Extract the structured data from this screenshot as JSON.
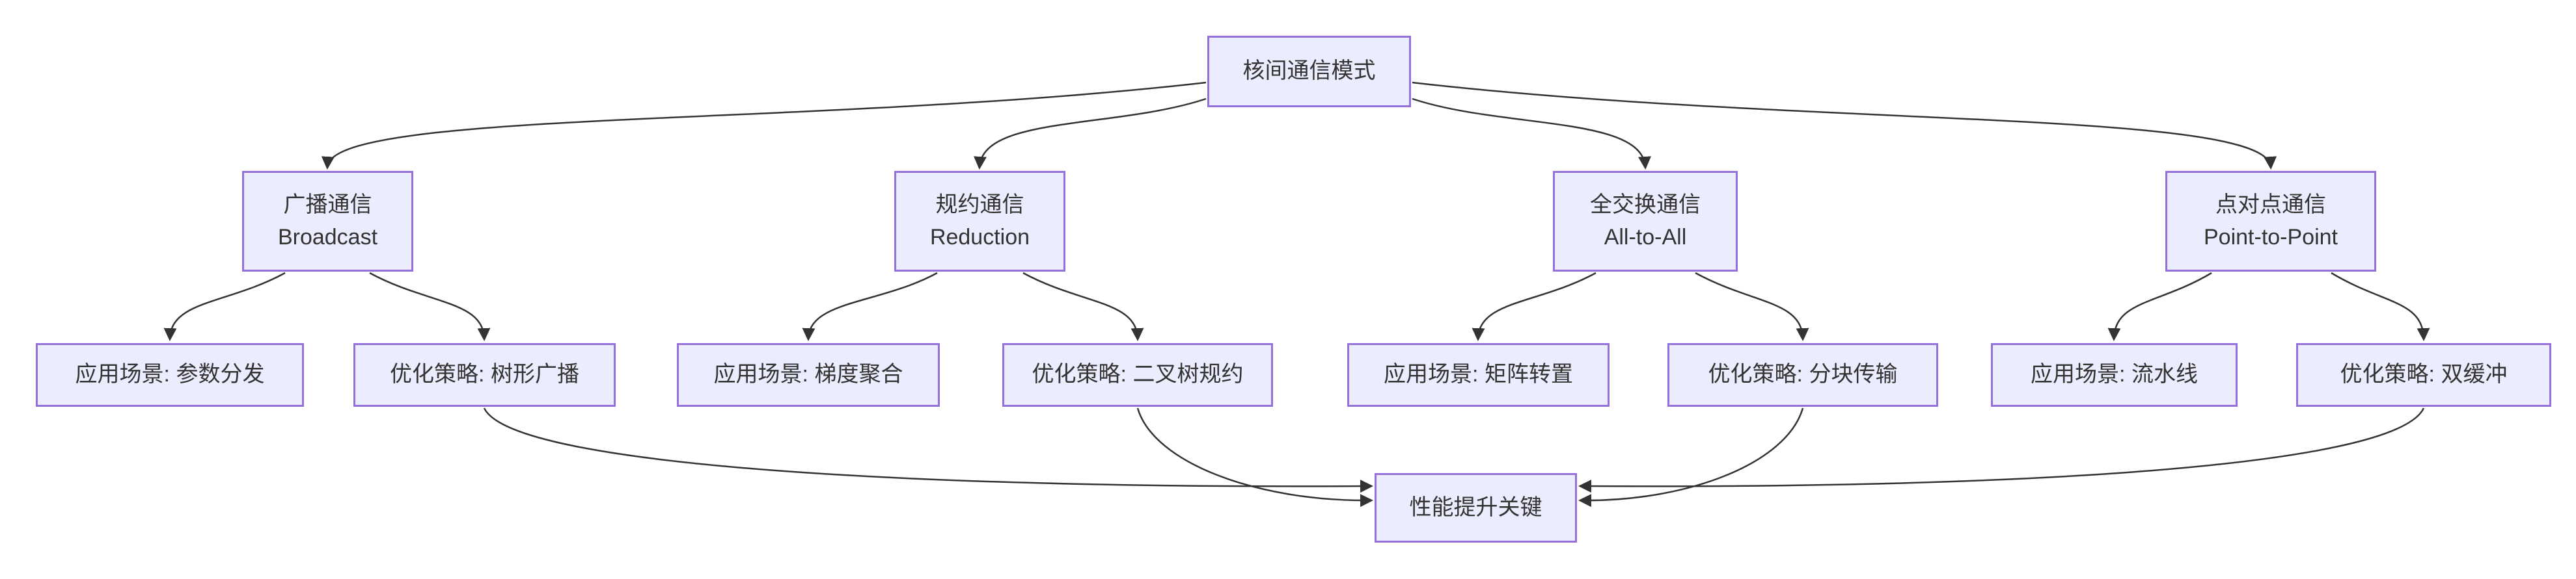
{
  "diagram": {
    "type": "flowchart-top-down",
    "colors": {
      "background": "#FFFFFF",
      "node_fill": "#ECECFF",
      "node_border": "#9370DB",
      "node_text": "#333333",
      "edge": "#333333"
    },
    "root": {
      "label": "核间通信模式"
    },
    "categories": [
      {
        "label_zh": "广播通信",
        "label_en": "Broadcast"
      },
      {
        "label_zh": "规约通信",
        "label_en": "Reduction"
      },
      {
        "label_zh": "全交换通信",
        "label_en": "All-to-All"
      },
      {
        "label_zh": "点对点通信",
        "label_en": "Point-to-Point"
      }
    ],
    "leaves": [
      {
        "label": "应用场景: 参数分发"
      },
      {
        "label": "优化策略: 树形广播"
      },
      {
        "label": "应用场景: 梯度聚合"
      },
      {
        "label": "优化策略: 二叉树规约"
      },
      {
        "label": "应用场景: 矩阵转置"
      },
      {
        "label": "优化策略: 分块传输"
      },
      {
        "label": "应用场景: 流水线"
      },
      {
        "label": "优化策略: 双缓冲"
      }
    ],
    "sink": {
      "label": "性能提升关键"
    },
    "edges": [
      "核间通信模式 → 广播通信",
      "核间通信模式 → 规约通信",
      "核间通信模式 → 全交换通信",
      "核间通信模式 → 点对点通信",
      "广播通信 → 应用场景: 参数分发",
      "广播通信 → 优化策略: 树形广播",
      "规约通信 → 应用场景: 梯度聚合",
      "规约通信 → 优化策略: 二叉树规约",
      "全交换通信 → 应用场景: 矩阵转置",
      "全交换通信 → 优化策略: 分块传输",
      "点对点通信 → 应用场景: 流水线",
      "点对点通信 → 优化策略: 双缓冲",
      "优化策略: 树形广播 → 性能提升关键",
      "优化策略: 二叉树规约 → 性能提升关键",
      "优化策略: 分块传输 → 性能提升关键",
      "优化策略: 双缓冲 → 性能提升关键"
    ]
  }
}
